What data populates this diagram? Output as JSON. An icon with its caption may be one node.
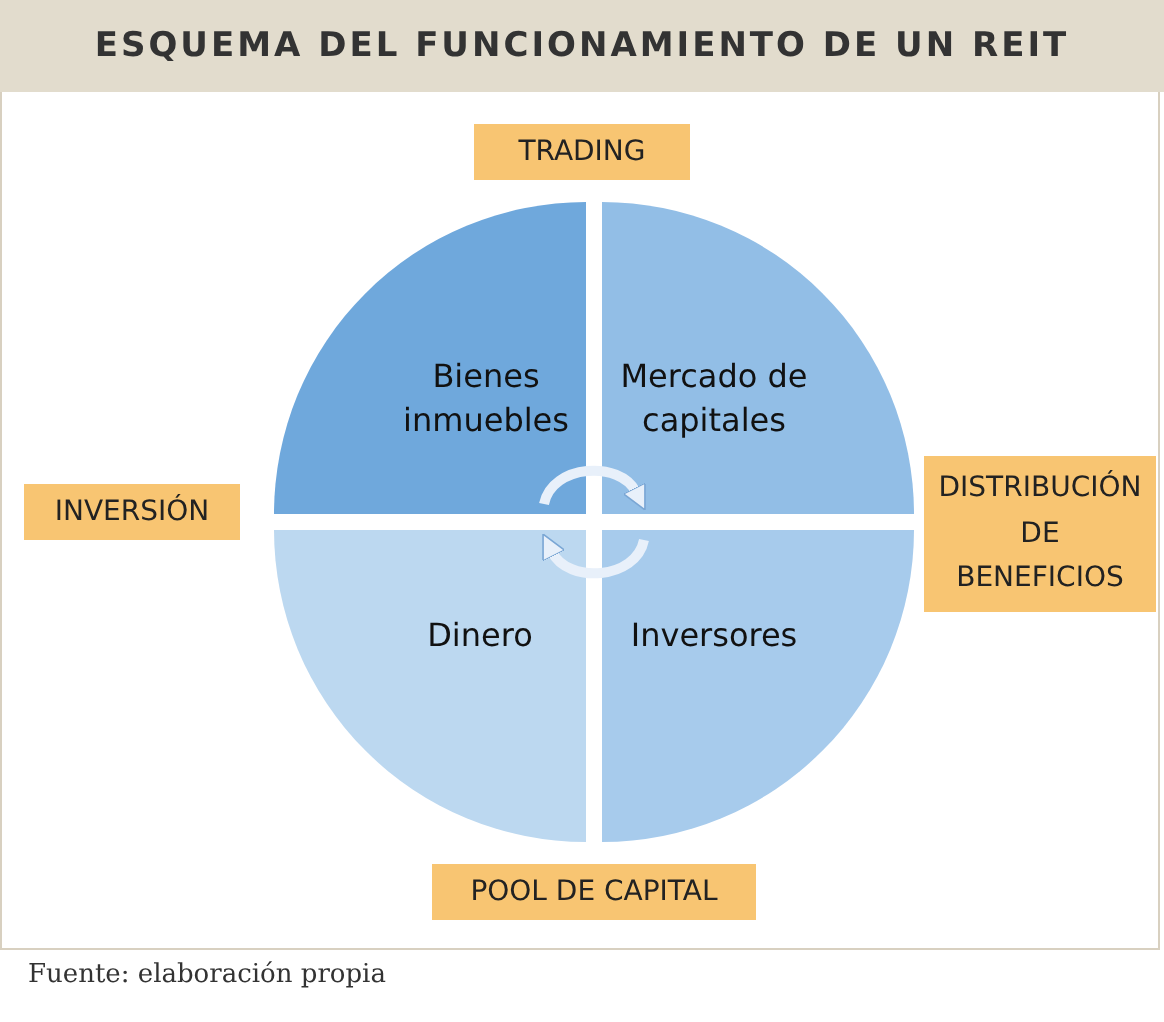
{
  "diagram": {
    "title": "ESQUEMA DEL FUNCIONAMIENTO DE UN REIT",
    "nodes": [
      {
        "text": [
          "TRADING"
        ]
      },
      {
        "text": [
          "Bienes inmuebles"
        ]
      },
      {
        "text": [
          "Mercado de capitales"
        ]
      },
      {
        "text": [
          "INVERSIÓN"
        ]
      },
      {
        "text": [
          "DISTRIBUCIÓN DE BENEFICIOS"
        ]
      },
      {
        "text": [
          "Dinero"
        ]
      },
      {
        "text": [
          "Inversores"
        ]
      },
      {
        "text": [
          "POOL DE CAPITAL"
        ]
      }
    ],
    "edges": [
      {
        "from": 1,
        "to": 2,
        "arrow": "to"
      },
      {
        "from": 6,
        "to": 5,
        "arrow": "to"
      }
    ],
    "caption": "Fuente: elaboración propia"
  }
}
